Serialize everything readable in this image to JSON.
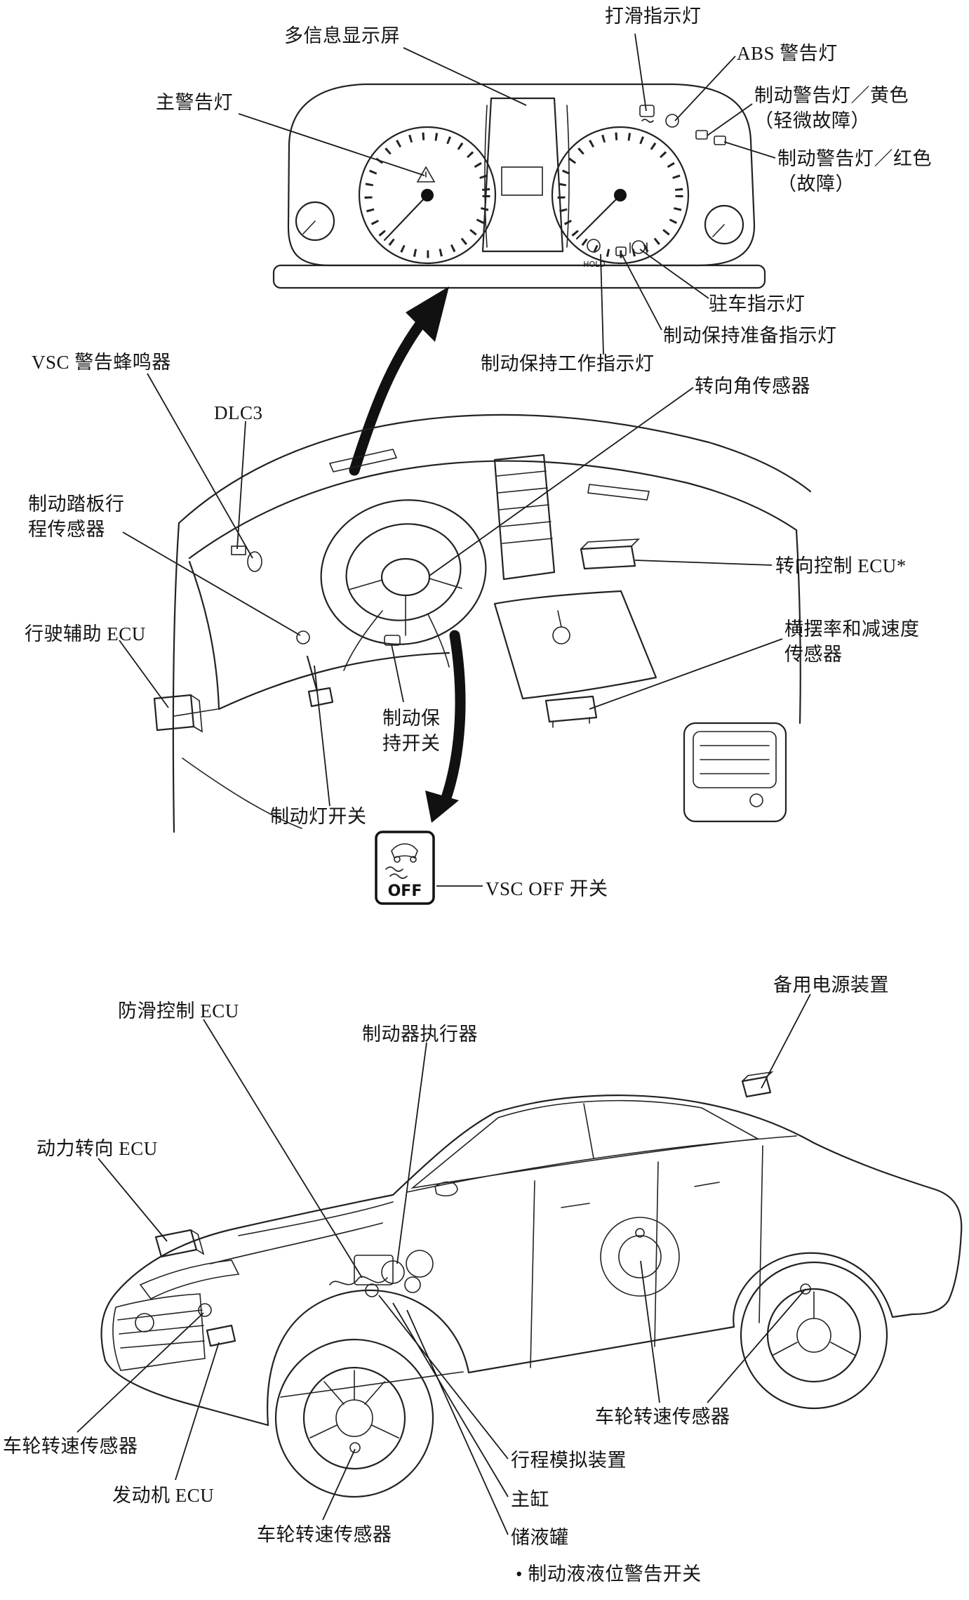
{
  "page": {
    "background": "#ffffff",
    "ink": "#1a1a1a"
  },
  "labels": {
    "slip_indicator": "打滑指示灯",
    "multi_info_display": "多信息显示屏",
    "abs_warning": "ABS 警告灯",
    "master_warning": "主警告灯",
    "brake_warning_yellow": "制动警告灯／黄色\n（轻微故障）",
    "brake_warning_red": "制动警告灯／红色\n（故障）",
    "parking_indicator": "驻车指示灯",
    "brake_hold_standby": "制动保持准备指示灯",
    "brake_hold_operating": "制动保持工作指示灯",
    "vsc_buzzer": "VSC 警告蜂鸣器",
    "dlc3": "DLC3",
    "steering_angle_sensor": "转向角传感器",
    "brake_pedal_stroke_sensor": "制动踏板行\n程传感器",
    "driving_support_ecu": "行驶辅助 ECU",
    "steering_control_ecu": "转向控制 ECU*",
    "yaw_rate_sensor": "横摆率和减速度\n传感器",
    "brake_hold_switch": "制动保\n持开关",
    "stop_light_switch": "制动灯开关",
    "vsc_off_switch": "VSC OFF 开关",
    "backup_power_unit": "备用电源装置",
    "skid_control_ecu": "防滑控制 ECU",
    "brake_actuator": "制动器执行器",
    "power_steering_ecu": "动力转向 ECU",
    "wheel_speed_sensor_rear": "车轮转速传感器",
    "wheel_speed_sensor_front_left": "车轮转速传感器",
    "wheel_speed_sensor_front": "车轮转速传感器",
    "engine_ecu": "发动机 ECU",
    "stroke_simulator": "行程模拟装置",
    "master_cylinder": "主缸",
    "reservoir": "储液罐",
    "brake_fluid_level_switch": "• 制动液液位警告开关"
  },
  "cluster": {
    "hold_text": "HOLD"
  },
  "vsc_switch": {
    "off": "OFF"
  }
}
